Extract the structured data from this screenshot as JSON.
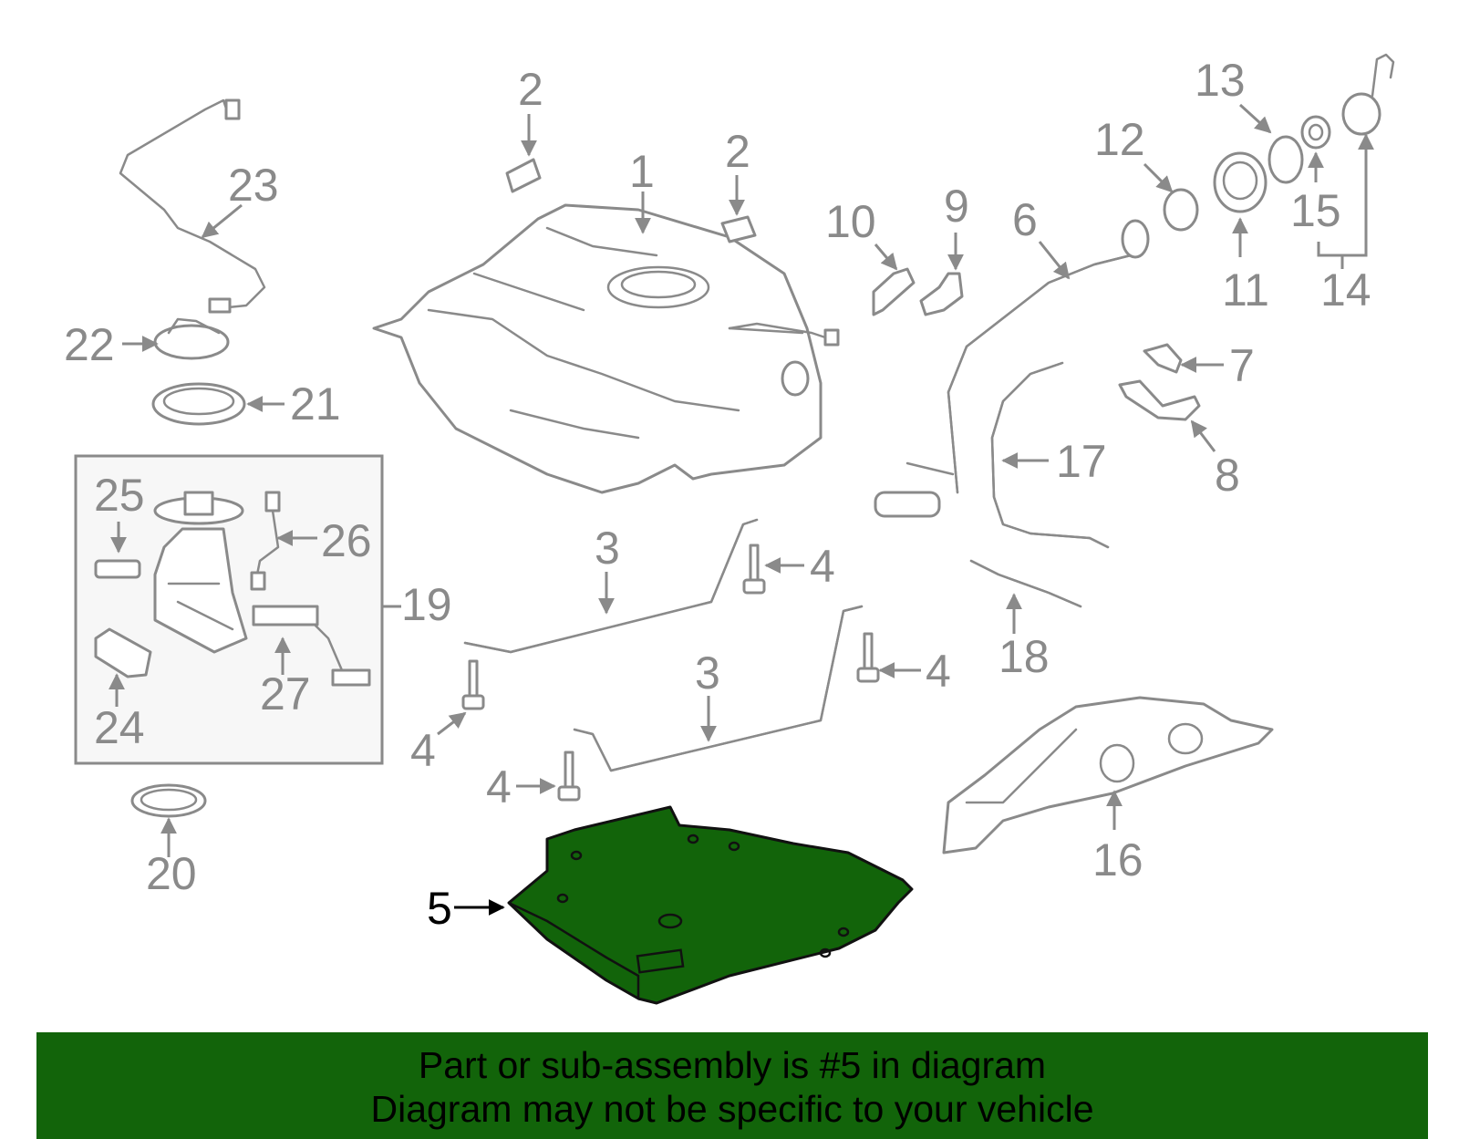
{
  "diagram": {
    "highlight_color": "#12640a",
    "line_color": "#8a8a8a",
    "highlighted_part": "5",
    "callouts": {
      "c1": "1",
      "c2a": "2",
      "c2b": "2",
      "c3a": "3",
      "c3b": "3",
      "c4a": "4",
      "c4b": "4",
      "c4c": "4",
      "c4d": "4",
      "c5": "5",
      "c6": "6",
      "c7": "7",
      "c8": "8",
      "c9": "9",
      "c10": "10",
      "c11": "11",
      "c12": "12",
      "c13": "13",
      "c14": "14",
      "c15": "15",
      "c16": "16",
      "c17": "17",
      "c18": "18",
      "c19": "19",
      "c20": "20",
      "c21": "21",
      "c22": "22",
      "c23": "23",
      "c24": "24",
      "c25": "25",
      "c26": "26",
      "c27": "27"
    }
  },
  "footer": {
    "line1": "Part or sub-assembly is #5 in diagram",
    "line2": "Diagram may not be specific to your vehicle"
  }
}
